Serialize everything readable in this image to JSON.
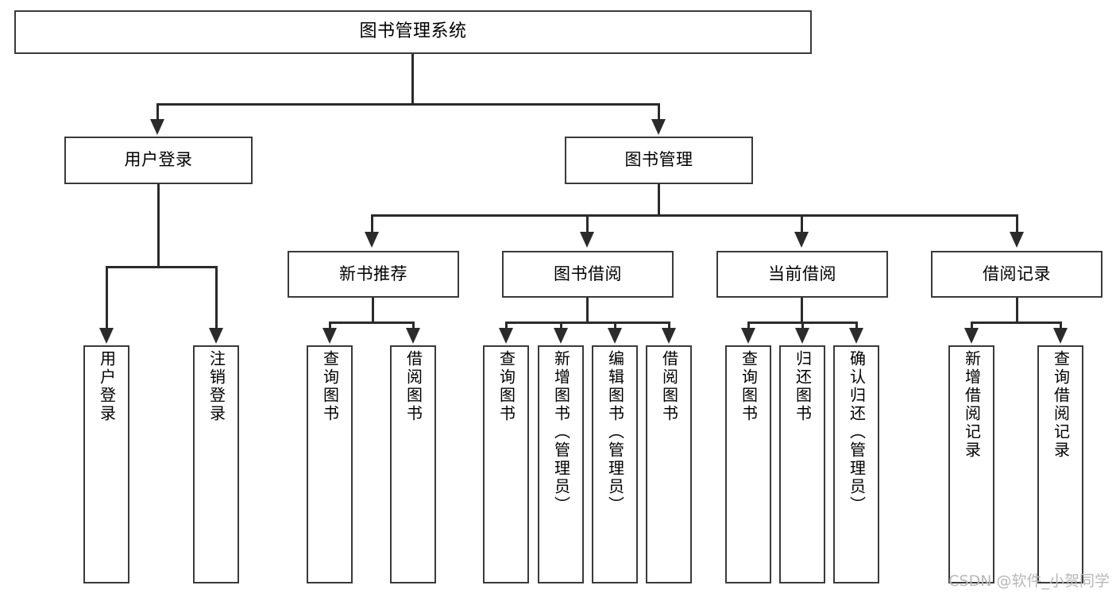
{
  "diagram": {
    "title": "图书管理系统",
    "root": {
      "label": "图书管理系统"
    },
    "level2": [
      {
        "label": "用户登录"
      },
      {
        "label": "图书管理"
      }
    ],
    "level3": [
      {
        "label": "新书推荐"
      },
      {
        "label": "图书借阅"
      },
      {
        "label": "当前借阅"
      },
      {
        "label": "借阅记录"
      }
    ],
    "leaves": {
      "user_login": [
        {
          "label": "用户登录"
        },
        {
          "label": "注销登录"
        }
      ],
      "new_book_recommend": [
        {
          "label": "查询图书"
        },
        {
          "label": "借阅图书"
        }
      ],
      "book_borrow": [
        {
          "label": "查询图书"
        },
        {
          "label": "新增图书（管理员）"
        },
        {
          "label": "编辑图书（管理员）"
        },
        {
          "label": "借阅图书"
        }
      ],
      "current_borrow": [
        {
          "label": "查询图书"
        },
        {
          "label": "归还图书"
        },
        {
          "label": "确认归还（管理员）"
        }
      ],
      "borrow_record": [
        {
          "label": "新增借阅记录"
        },
        {
          "label": "查询借阅记录"
        }
      ]
    }
  },
  "watermark": {
    "text": "CSDN @软件_小贺同学"
  },
  "colors": {
    "box_border": "#3a3a3a",
    "line": "#2b2b2b",
    "background": "#ffffff",
    "watermark": "#b8b8b8"
  }
}
